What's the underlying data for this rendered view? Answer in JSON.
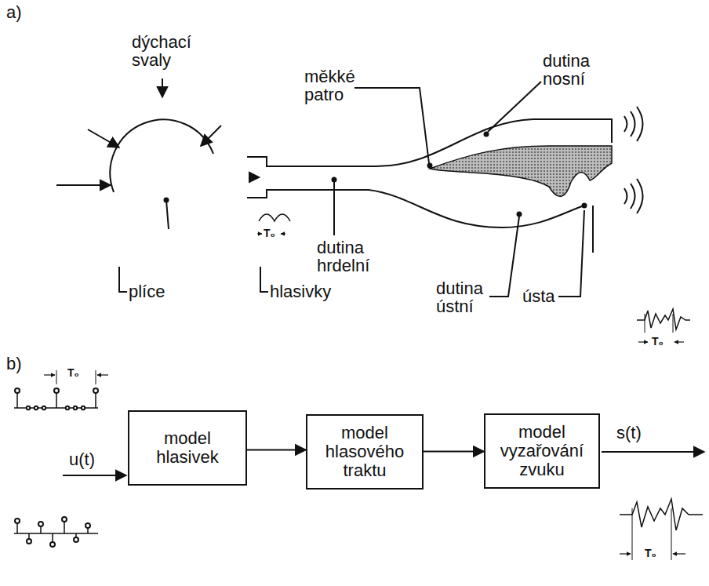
{
  "diagram": {
    "nodes": [
      {
        "text": [
          "model hlasivek"
        ]
      },
      {
        "text": [
          "model hlasového traktu"
        ]
      },
      {
        "text": [
          "model vyzařování zvuku"
        ]
      }
    ],
    "edges": [
      {
        "from": 0,
        "to": 1,
        "arrow": "to"
      },
      {
        "from": 1,
        "to": 2,
        "arrow": "to"
      }
    ],
    "labels": [
      "a)",
      "dýchací svaly",
      "měkké patro",
      "dutina nosní",
      "T₀",
      "dutina hrdelní",
      "plíce",
      "hlasivky",
      "dutina ústní",
      "ústa",
      "T₀",
      "b)",
      "T₀",
      "u(t)",
      "s(t)",
      "T₀"
    ]
  }
}
